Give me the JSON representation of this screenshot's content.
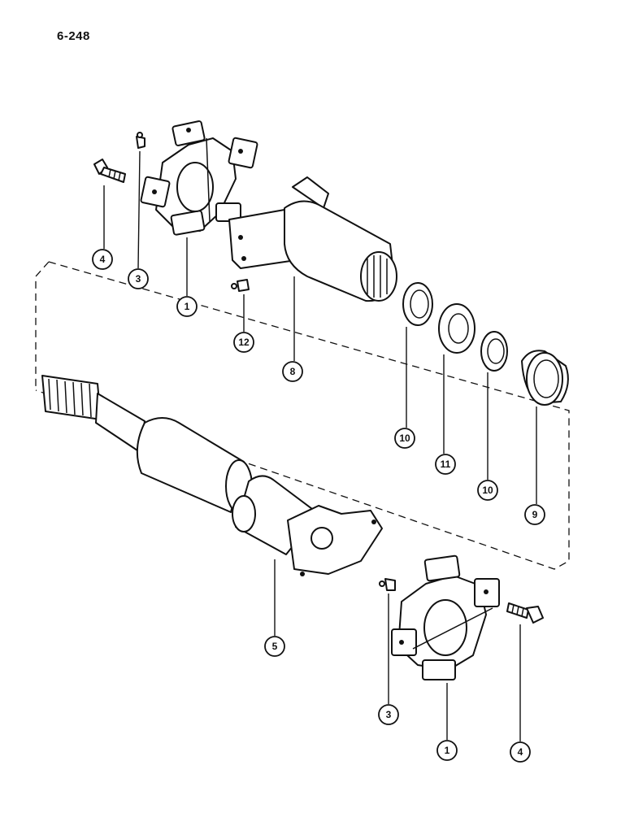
{
  "page_number": "6-248",
  "callouts": [
    {
      "id": "c1-top",
      "label": "1"
    },
    {
      "id": "c3-top",
      "label": "3"
    },
    {
      "id": "c4-top",
      "label": "4"
    },
    {
      "id": "c12",
      "label": "12"
    },
    {
      "id": "c8",
      "label": "8"
    },
    {
      "id": "c10-a",
      "label": "10"
    },
    {
      "id": "c11",
      "label": "11"
    },
    {
      "id": "c10-b",
      "label": "10"
    },
    {
      "id": "c9",
      "label": "9"
    },
    {
      "id": "c5",
      "label": "5"
    },
    {
      "id": "c3-bottom",
      "label": "3"
    },
    {
      "id": "c1-bottom",
      "label": "1"
    },
    {
      "id": "c4-bottom",
      "label": "4"
    }
  ]
}
